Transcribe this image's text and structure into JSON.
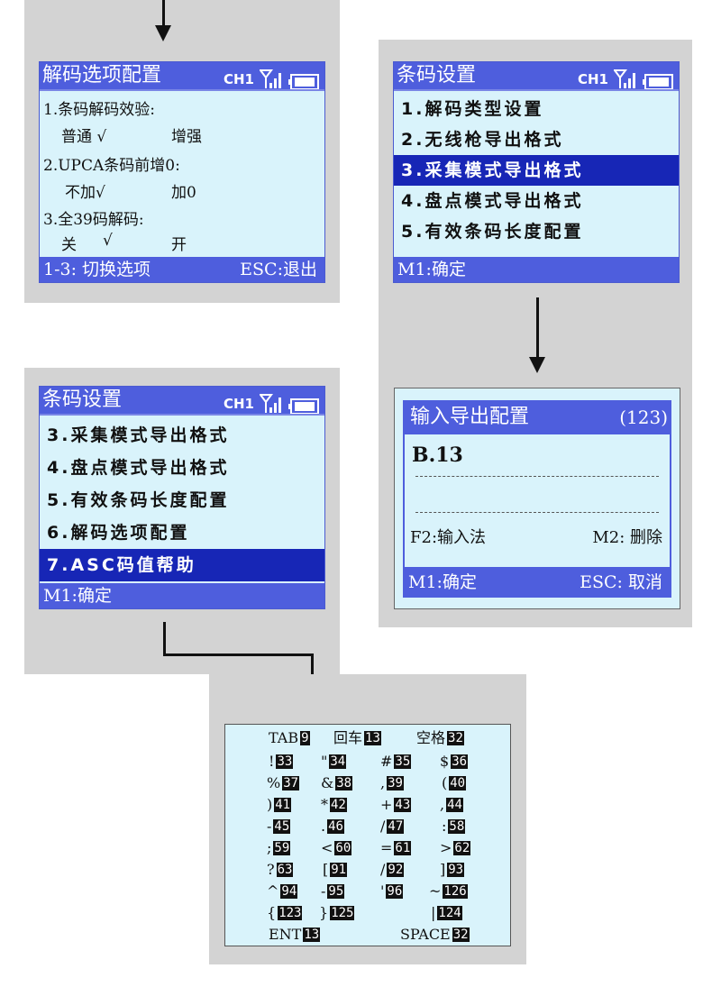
{
  "colors": {
    "panel": "#d3d3d3",
    "screen": "#d9f3fb",
    "header": "#4e5edd",
    "selected": "#1726b6"
  },
  "status": {
    "channel": "CH1",
    "signal_icon": "signal-antenna-icon",
    "battery_icon": "battery-icon"
  },
  "decode_options": {
    "title": "解码选项配置",
    "item1": "1.条码解码效验:",
    "item1_a": "普通 √",
    "item1_b": "增强",
    "item2": "2.UPCA条码前增0:",
    "item2_a": "不加√",
    "item2_b": "加0",
    "item3": "3.全39码解码:",
    "item3_a": "关",
    "item3_check": "√",
    "item3_b": "开",
    "footer_left": "1-3: 切换选项",
    "footer_right": "ESC:退出"
  },
  "barcode_settings_a": {
    "title": "条码设置",
    "items": [
      "1.解码类型设置",
      "2.无线枪导出格式",
      "3.采集模式导出格式",
      "4.盘点模式导出格式",
      "5.有效条码长度配置"
    ],
    "selected_index": 2,
    "footer": "M1:确定"
  },
  "barcode_settings_b": {
    "title": "条码设置",
    "items": [
      "3.采集模式导出格式",
      "4.盘点模式导出格式",
      "5.有效条码长度配置",
      "6.解码选项配置",
      "7.ASC码值帮助"
    ],
    "selected_index": 4,
    "footer": "M1:确定"
  },
  "input_export": {
    "title": "输入导出配置",
    "mode": "(123)",
    "value": "B.13",
    "hint_left": "F2:输入法",
    "hint_right": "M2: 删除",
    "footer_left": "M1:确定",
    "footer_right": "ESC: 取消"
  },
  "ascii_table": {
    "top": [
      {
        "label": "TAB",
        "code": "9"
      },
      {
        "label": "回车",
        "code": "13"
      },
      {
        "label": "空格",
        "code": "32"
      }
    ],
    "rows": [
      [
        {
          "label": "!",
          "code": "33"
        },
        {
          "label": "\"",
          "code": "34"
        },
        {
          "label": "#",
          "code": "35"
        },
        {
          "label": "$",
          "code": "36"
        }
      ],
      [
        {
          "label": "%",
          "code": "37"
        },
        {
          "label": "&",
          "code": "38"
        },
        {
          "label": ",",
          "code": "39"
        },
        {
          "label": "(",
          "code": "40"
        }
      ],
      [
        {
          "label": ")",
          "code": "41"
        },
        {
          "label": "*",
          "code": "42"
        },
        {
          "label": "+",
          "code": "43"
        },
        {
          "label": ",",
          "code": "44"
        }
      ],
      [
        {
          "label": "-",
          "code": "45"
        },
        {
          "label": ".",
          "code": "46"
        },
        {
          "label": "/",
          "code": "47"
        },
        {
          "label": ":",
          "code": "58"
        }
      ],
      [
        {
          "label": ";",
          "code": "59"
        },
        {
          "label": "<",
          "code": "60"
        },
        {
          "label": "=",
          "code": "61"
        },
        {
          "label": ">",
          "code": "62"
        }
      ],
      [
        {
          "label": "?",
          "code": "63"
        },
        {
          "label": "[",
          "code": "91"
        },
        {
          "label": "/",
          "code": "92"
        },
        {
          "label": "]",
          "code": "93"
        }
      ],
      [
        {
          "label": "^",
          "code": "94"
        },
        {
          "label": "-",
          "code": "95"
        },
        {
          "label": "'",
          "code": "96"
        },
        {
          "label": "~",
          "code": "126"
        }
      ],
      [
        {
          "label": "{",
          "code": "123"
        },
        {
          "label": "}",
          "code": "125"
        },
        {
          "label": "",
          "code": ""
        },
        {
          "label": "|",
          "code": "124"
        }
      ]
    ],
    "bottom": [
      {
        "label": "ENT",
        "code": "13"
      },
      {
        "label": "SPACE",
        "code": "32"
      }
    ]
  }
}
